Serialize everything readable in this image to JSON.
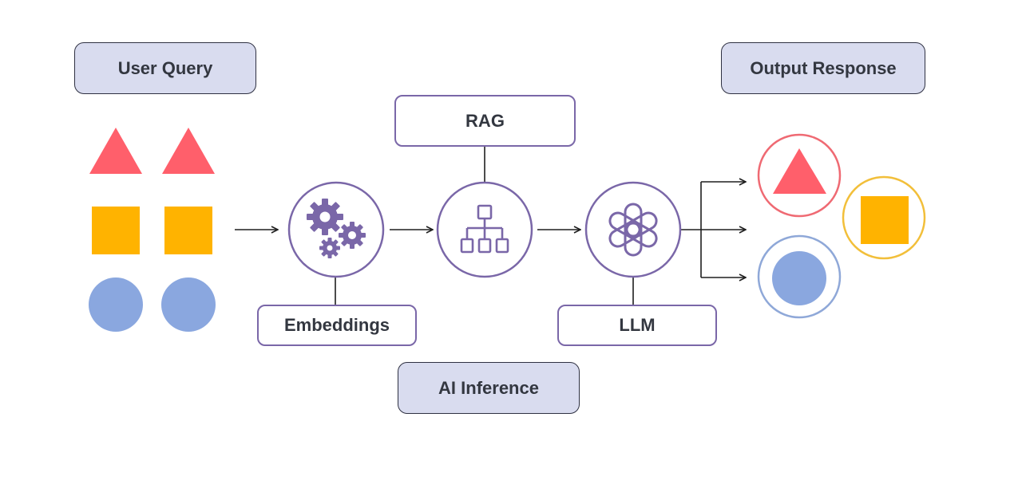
{
  "labels": {
    "user_query": "User Query",
    "output_response": "Output Response",
    "rag": "RAG",
    "embeddings": "Embeddings",
    "llm": "LLM",
    "ai_inference": "AI Inference"
  },
  "colors": {
    "triangle": "#ff5f6b",
    "square": "#ffb300",
    "circle": "#8aa7df",
    "accent": "#7a67a8",
    "label_fill": "#d9dcef"
  },
  "icons": {
    "embeddings": "gears-icon",
    "rag": "hierarchy-icon",
    "llm": "openai-knot-icon"
  }
}
